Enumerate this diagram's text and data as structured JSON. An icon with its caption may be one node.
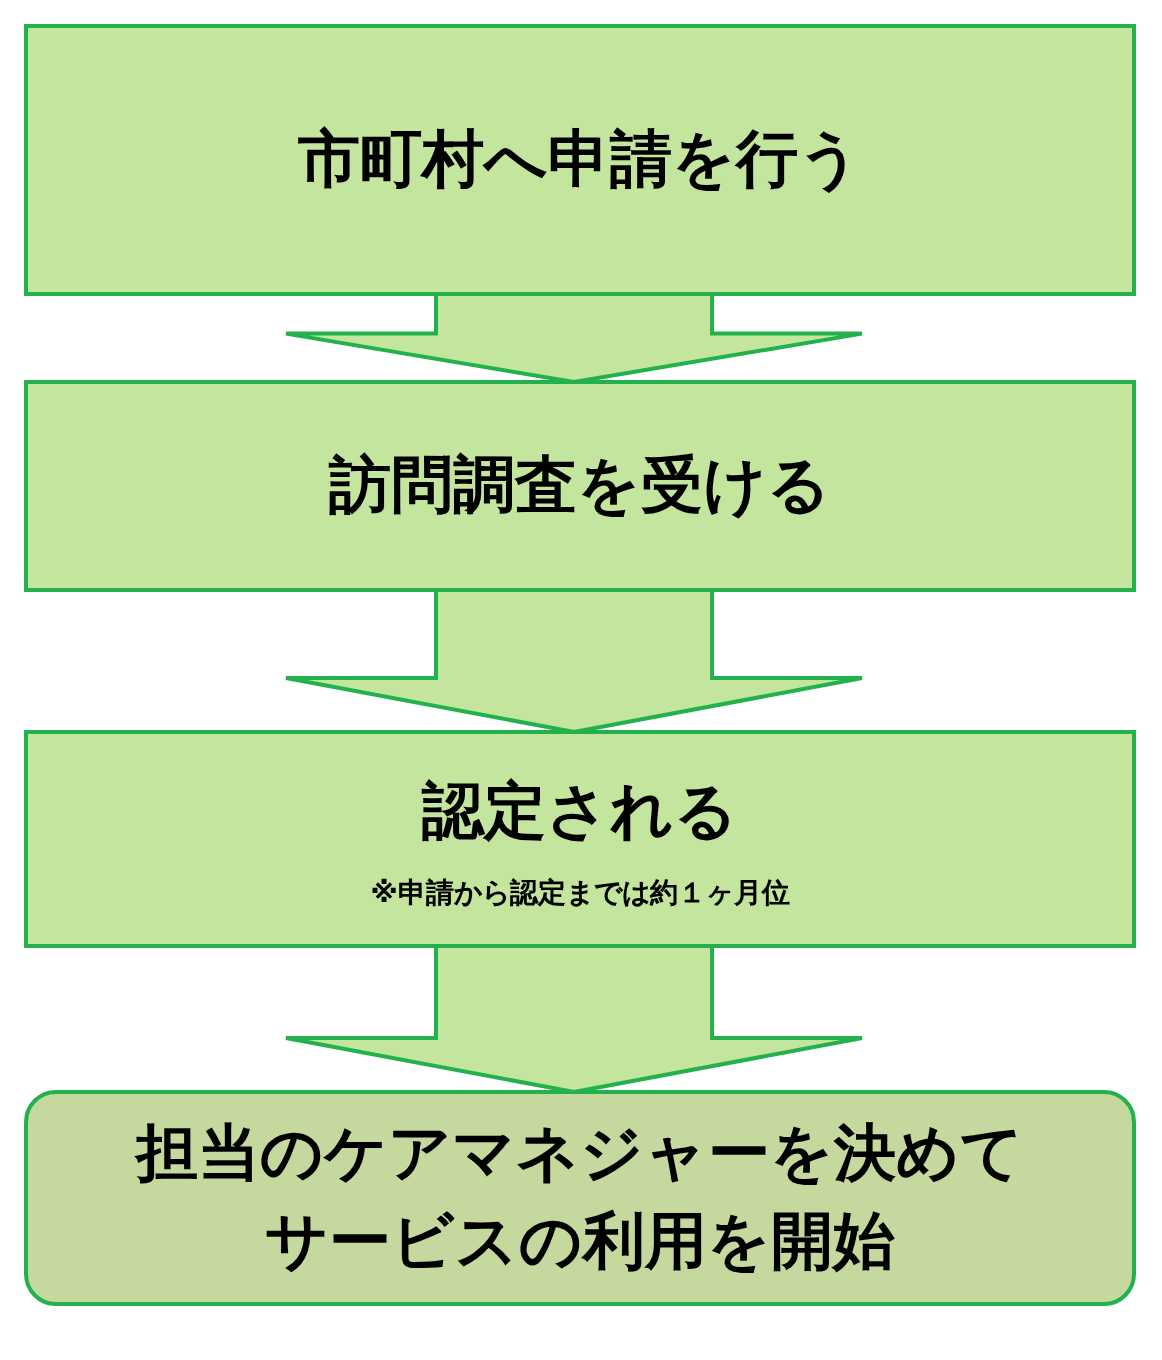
{
  "diagram": {
    "nodes": [
      {
        "text": [
          "市町村へ申請を行う"
        ]
      },
      {
        "text": [
          "訪問調査を受ける"
        ]
      },
      {
        "text": [
          "認定される",
          "※申請から認定までは約１ヶ月位"
        ]
      },
      {
        "text": [
          "担当のケアマネジャーを決めてサービスの利用を開始"
        ]
      }
    ],
    "edges": [
      {
        "from": 0,
        "to": 1,
        "arrow": "to"
      },
      {
        "from": 1,
        "to": 2,
        "arrow": "to"
      },
      {
        "from": 2,
        "to": 3,
        "arrow": "to"
      }
    ]
  }
}
